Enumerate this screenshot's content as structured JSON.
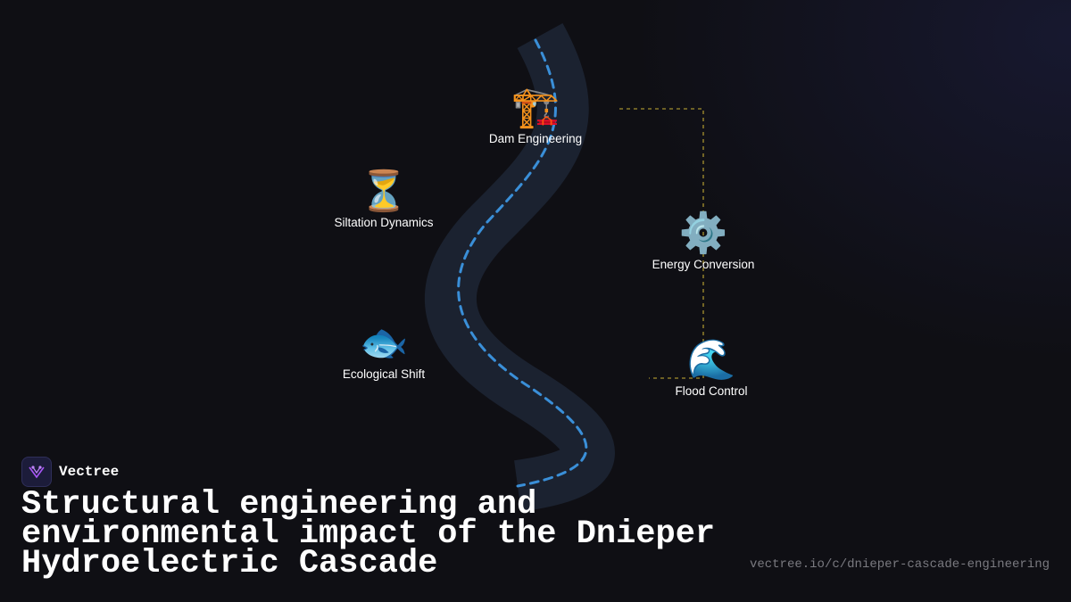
{
  "brand": {
    "name": "Vectree"
  },
  "title": "Structural engineering and environmental impact of the Dnieper Hydroelectric Cascade",
  "url": "vectree.io/c/dnieper-cascade-engineering",
  "colors": {
    "background": "#0f0f14",
    "river": "#1b2230",
    "river_path": "#3a8fd8",
    "connector": "#8a7a2a",
    "logo_accent": "#a855f7"
  },
  "nodes": [
    {
      "label": "Dam Engineering",
      "icon": "construction-crane-icon",
      "emoji": "🏗️"
    },
    {
      "label": "Siltation Dynamics",
      "icon": "hourglass-icon",
      "emoji": "⏳"
    },
    {
      "label": "Energy Conversion",
      "icon": "gear-icon",
      "emoji": "⚙️"
    },
    {
      "label": "Ecological Shift",
      "icon": "fish-icon",
      "emoji": "🐟"
    },
    {
      "label": "Flood Control",
      "icon": "water-wave-icon",
      "emoji": "🌊"
    }
  ]
}
